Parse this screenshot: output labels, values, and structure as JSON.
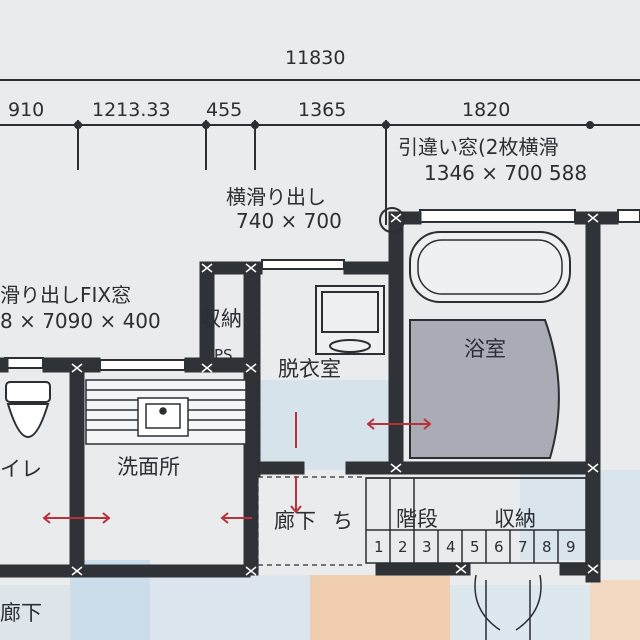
{
  "dimensions": {
    "total": "11830",
    "segments": [
      "910",
      "1213.33",
      "455",
      "1365",
      "1820"
    ]
  },
  "windows": {
    "sliding_window_label": "引違い窓(2枚横滑",
    "sliding_window_size": "1346 × 700 588",
    "side_slide_label": "横滑り出し",
    "side_slide_size": "740 × 700",
    "fix_window_label": "滑り出しFIX窓",
    "fix_window_size": "8 × 7090 × 400"
  },
  "rooms": {
    "storage_top": "収納",
    "ps": "PS",
    "dressing": "脱衣室",
    "bath": "浴室",
    "toilet": "イレ",
    "washroom": "洗面所",
    "corridor": "廊下",
    "corridor_mark": "ち",
    "stairs": "階段",
    "stairs_storage": "収納",
    "corridor_bottom": "廊下"
  },
  "stair_steps": [
    "1",
    "2",
    "3",
    "4",
    "5",
    "6",
    "7",
    "8",
    "9"
  ],
  "colors": {
    "wall": "#2f3338",
    "paper": "#e9ebec",
    "bath_fill": "#a9acb5",
    "blue_tint": "#bcd6e8",
    "orange_tint": "#f2c9a6",
    "arrow": "#b8303a"
  }
}
